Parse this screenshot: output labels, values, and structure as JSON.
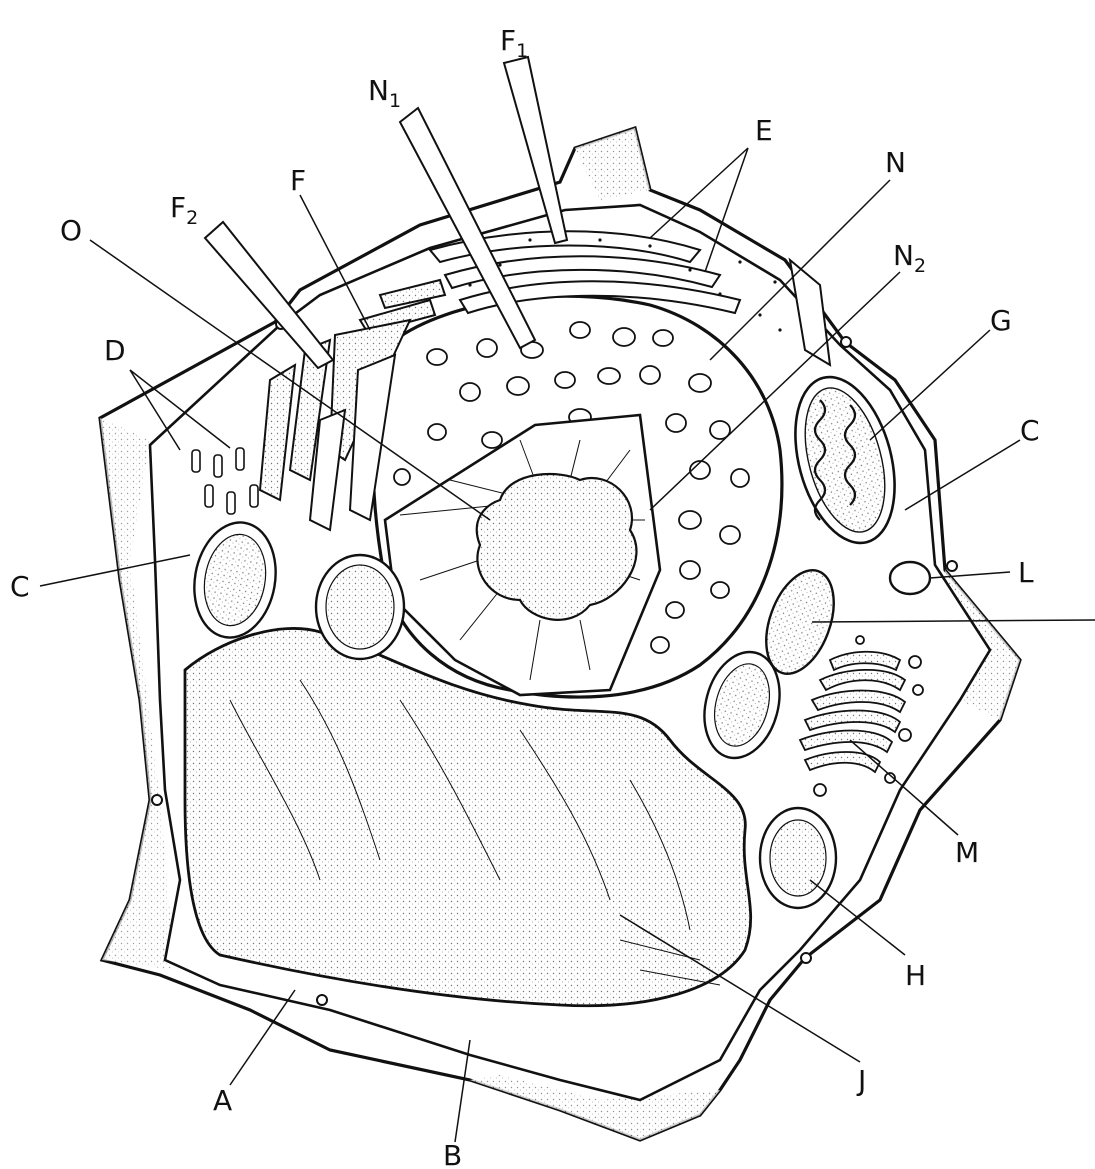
{
  "labels": {
    "A": "A",
    "B": "B",
    "C_left": "C",
    "C_right": "C",
    "D": "D",
    "E": "E",
    "F": "F",
    "F1_main": "F",
    "F1_sub": "1",
    "F2_main": "F",
    "F2_sub": "2",
    "G": "G",
    "H": "H",
    "J": "J",
    "L": "L",
    "M": "M",
    "N": "N",
    "N1_main": "N",
    "N1_sub": "1",
    "N2_main": "N",
    "N2_sub": "2",
    "O": "O"
  }
}
